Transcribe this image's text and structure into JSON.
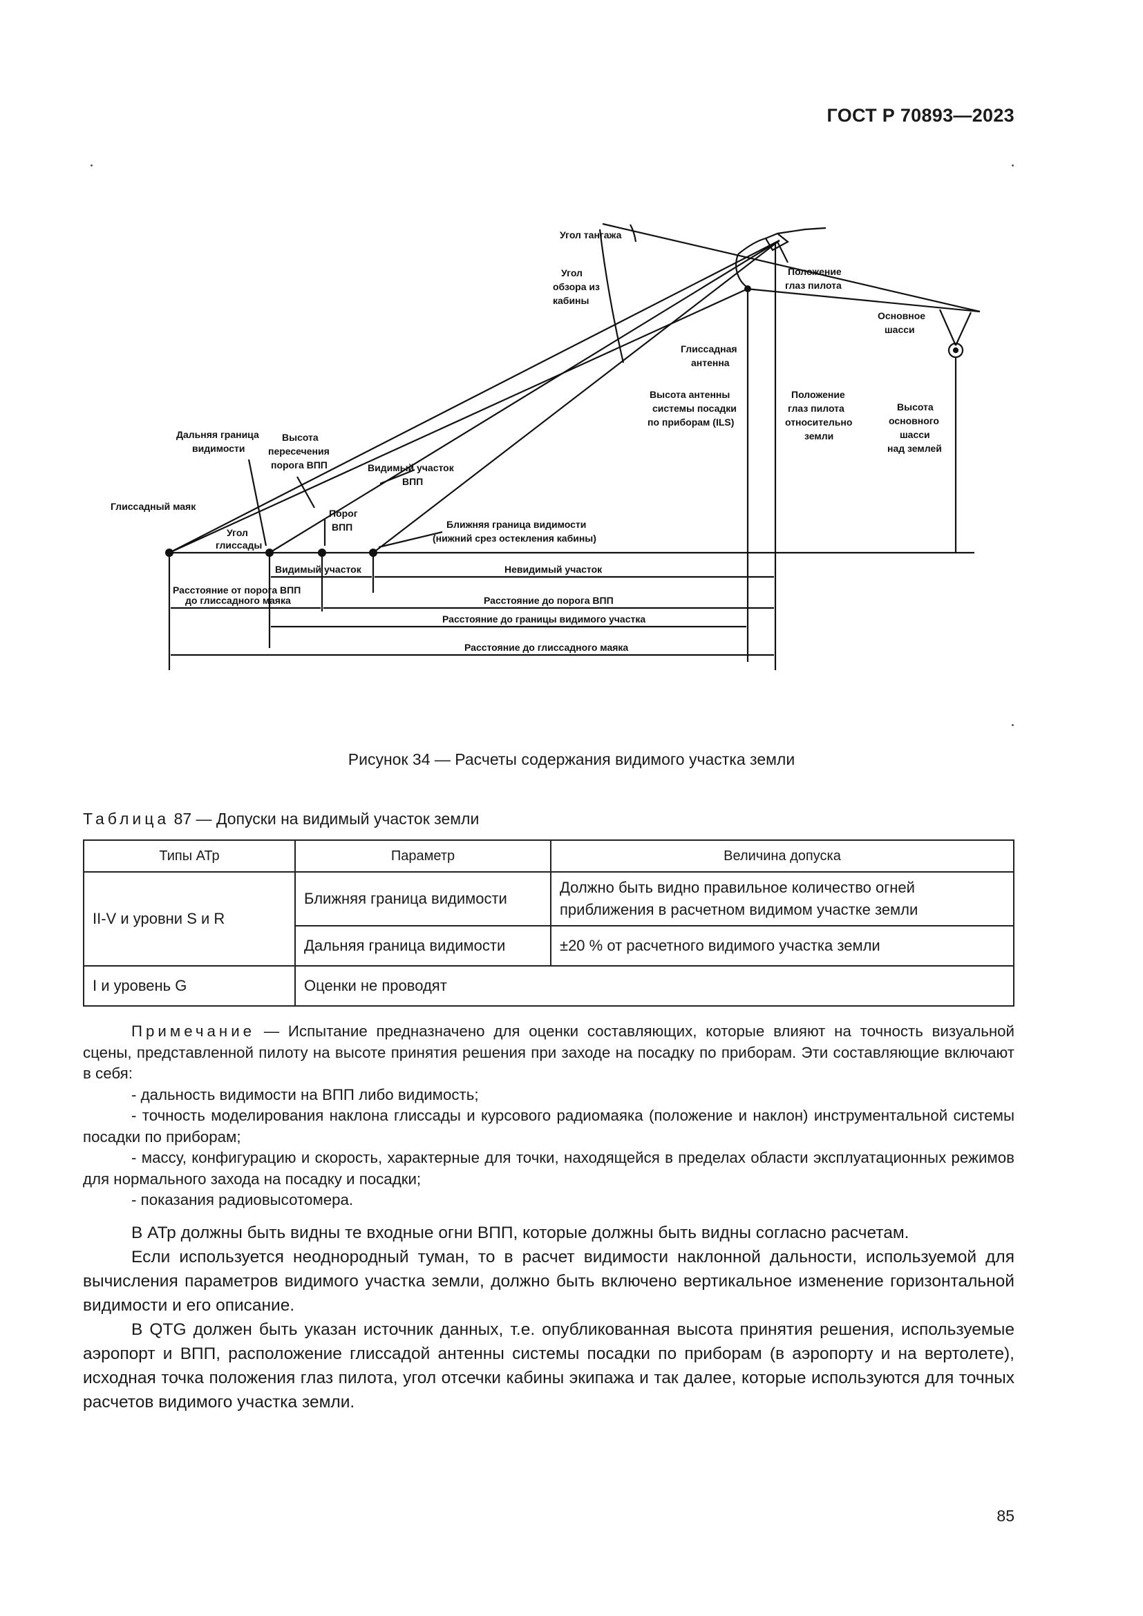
{
  "header": {
    "standard": "ГОСТ Р 70893—2023"
  },
  "figure": {
    "labels": {
      "pitch_angle": "Угол тангажа",
      "view_angle_1": "Угол",
      "view_angle_2": "обзора из",
      "view_angle_3": "кабины",
      "eye_pos_1": "Положение",
      "eye_pos_2": "глаз пилота",
      "main_gear_1": "Основное",
      "main_gear_2": "шасси",
      "gs_antenna_1": "Глиссадная",
      "gs_antenna_2": "антенна",
      "ils_height_1": "Высота антенны",
      "ils_height_2": "системы посадки",
      "ils_height_3": "по приборам (ILS)",
      "eye_ground_1": "Положение",
      "eye_ground_2": "глаз пилота",
      "eye_ground_3": "относительно",
      "eye_ground_4": "земли",
      "gear_height_1": "Высота",
      "gear_height_2": "основного",
      "gear_height_3": "шасси",
      "gear_height_4": "над землей",
      "far_vis_1": "Дальняя граница",
      "far_vis_2": "видимости",
      "thr_cross_1": "Высота",
      "thr_cross_2": "пересечения",
      "thr_cross_3": "порога ВПП",
      "vis_seg_1": "Видимый участок",
      "vis_seg_2": "ВПП",
      "gs_beacon": "Глиссадный маяк",
      "gs_angle_1": "Угол",
      "gs_angle_2": "глиссады",
      "thr_1": "Порог",
      "thr_2": "ВПП",
      "near_vis_1": "Ближняя граница видимости",
      "near_vis_2": "(нижний срез остекления кабины)",
      "visible_segment": "Видимый участок",
      "invisible_segment": "Невидимый участок",
      "dist_thr_beacon_1": "Расстояние от порога ВПП",
      "dist_thr_beacon_2": "до глиссадного маяка",
      "dist_to_thr": "Расстояние до порога ВПП",
      "dist_to_vis_edge": "Расстояние до границы видимого участка",
      "dist_to_beacon": "Расстояние до глиссадного маяка"
    },
    "caption": "Рисунок 34 — Расчеты содержания видимого участка земли"
  },
  "table": {
    "caption_prefix": "Таблица",
    "caption_rest": " 87 — Допуски на видимый участок земли",
    "headers": [
      "Типы АТр",
      "Параметр",
      "Величина допуска"
    ],
    "rows": [
      {
        "type": "II-V и уровни S и R",
        "param": "Ближняя граница видимости",
        "value": "Должно быть видно правильное количество огней приближения в расчетном видимом участке земли"
      },
      {
        "param": "Дальняя граница видимости",
        "value": "±20 % от расчетного видимого участка земли"
      },
      {
        "type": "I и уровень G",
        "param": "Оценки не проводят"
      }
    ]
  },
  "note": {
    "label": "Примечание",
    "text": " — Испытание предназначено для оценки составляющих, которые влияют на точность визуальной сцены, представленной пилоту на высоте принятия решения при заходе на посадку по приборам. Эти составляющие включают в себя:",
    "items": [
      "- дальность видимости на ВПП либо видимость;",
      "- точность моделирования наклона глиссады и курсового радиомаяка (положение и наклон) инструментальной системы посадки по приборам;",
      "- массу, конфигурацию и скорость, характерные для точки, находящейся в пределах области эксплуатационных режимов для нормального захода на посадку и посадки;",
      "- показания радиовысотомера."
    ]
  },
  "paragraphs": [
    "В АТр должны быть видны те входные огни ВПП, которые должны быть видны согласно расчетам.",
    "Если используется неоднородный туман, то в расчет видимости наклонной дальности, используемой для вычисления параметров видимого участка земли, должно быть включено вертикальное изменение горизонтальной видимости и его описание.",
    "В QTG должен быть указан источник данных, т.е. опубликованная высота принятия решения, используемые аэропорт и ВПП, расположение глиссадой антенны системы посадки по приборам (в аэропорту и на вертолете), исходная точка положения глаз пилота, угол отсечки кабины экипажа и так далее, которые используются для точных расчетов видимого участка земли."
  ],
  "page_number": "85"
}
